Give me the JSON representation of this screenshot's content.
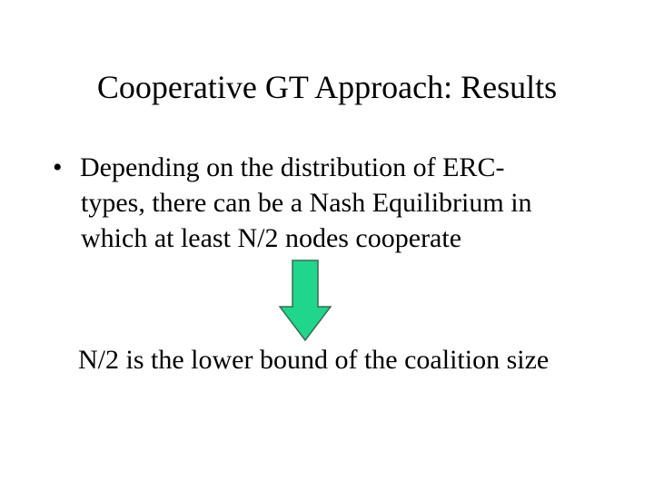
{
  "slide": {
    "title": "Cooperative GT Approach: Results",
    "bullet": {
      "marker": "•",
      "lines": [
        "Depending on the distribution of ERC-",
        "types, there can be a Nash Equilibrium in",
        "which at least N/2 nodes cooperate"
      ]
    },
    "arrow": {
      "icon": "down-arrow-icon",
      "fill_color": "#1ED68C",
      "stroke_color": "#3A6A4F"
    },
    "conclusion": "N/2 is the lower bound of the coalition size"
  }
}
